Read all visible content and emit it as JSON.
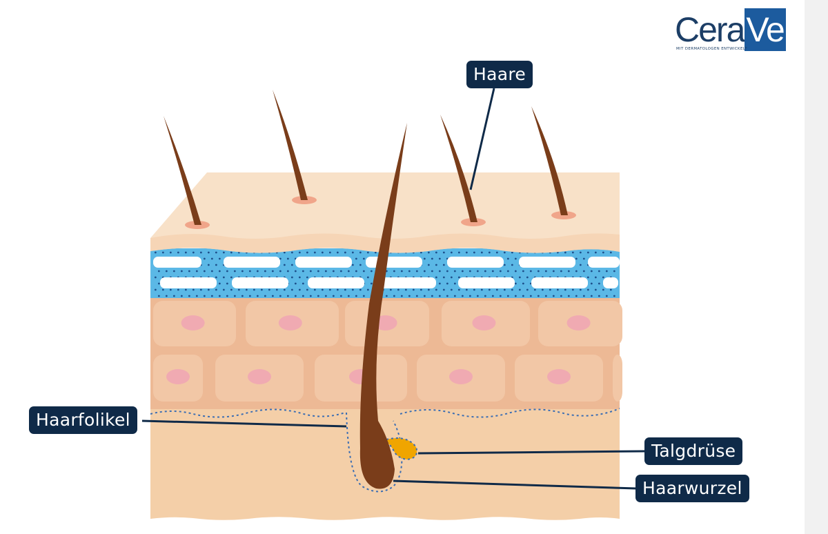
{
  "logo": {
    "brand_main": "Cera",
    "brand_accent": "Ve",
    "tagline": "MIT DERMATOLOGEN ENTWICKELT"
  },
  "labels": {
    "hair": "Haare",
    "follicle": "Haarfolikel",
    "sebaceous_gland": "Talgdrüse",
    "hair_root": "Haarwurzel"
  },
  "colors": {
    "label_bg": "#0f2a48",
    "hair": "#7a3d1a",
    "epidermis_top": "#f8e1c8",
    "lipid_layer": "#5bb8e6",
    "cell_body": "#f2c7a6",
    "cell_nucleus": "#f0aab2",
    "dermis": "#f4cfa8",
    "gland": "#f0a500",
    "follicle_outline": "#3a6db3",
    "brand": "#1c5b9e"
  }
}
